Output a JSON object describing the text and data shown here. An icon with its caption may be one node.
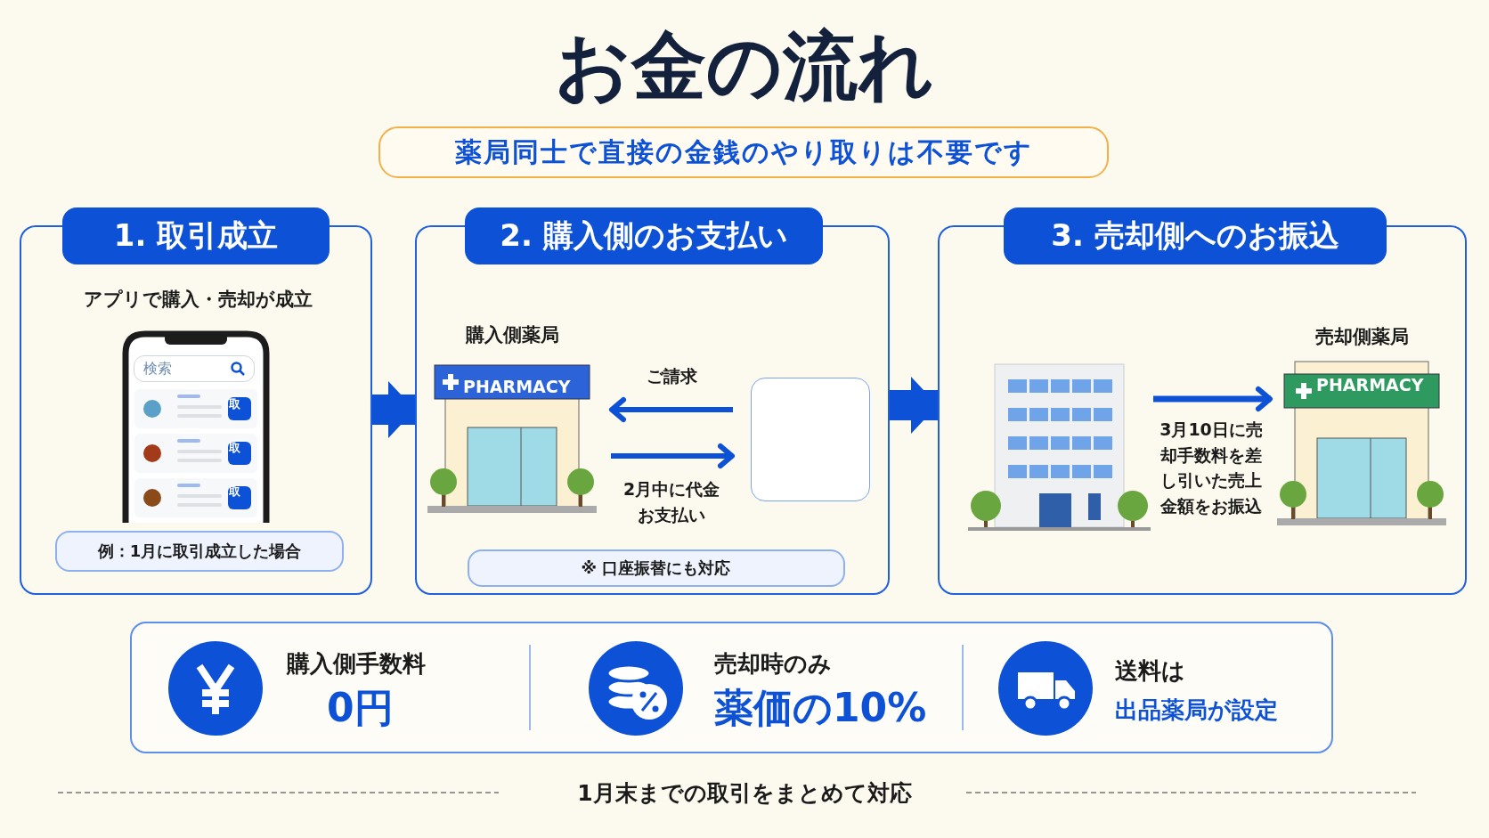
{
  "diagram": {
    "title": "お金の流れ",
    "caption": "1月末までの取引をまとめて対応",
    "nodes": [
      {
        "text": [
          "1. 取引成立",
          "アプリで購入・売却が成立",
          "例：1月に取引成立した場合"
        ]
      },
      {
        "text": [
          "2. 購入側のお支払い",
          "※ 口座振替にも対応"
        ]
      },
      {
        "text": [
          "購入側薬局",
          "PHARMACY"
        ],
        "in": 1
      },
      {
        "text": [],
        "shape": "box",
        "in": 1
      },
      {
        "text": [
          "3. 売却側へのお振込"
        ]
      },
      {
        "text": [],
        "shape": "picture",
        "in": 4
      },
      {
        "text": [
          "売却側薬局",
          "PHARMACY"
        ],
        "in": 4
      },
      {
        "text": [
          "薬局同士で直接の金銭のやり取りは不要です"
        ]
      },
      {
        "text": [
          "購入側手数料",
          "0円",
          "売却時のみ",
          "薬価の10%",
          "送料は",
          "出品薬局が設定"
        ]
      }
    ],
    "edges": [
      {
        "from": 0,
        "to": 1,
        "arrow": "to",
        "style": "thick"
      },
      {
        "from": 1,
        "to": 4,
        "arrow": "to",
        "style": "thick"
      },
      {
        "from": 3,
        "to": 2,
        "arrow": "to",
        "label": "ご請求"
      },
      {
        "from": 2,
        "to": 3,
        "arrow": "to",
        "label": "2月中に代金お支払い"
      },
      {
        "from": 5,
        "to": 6,
        "arrow": "to",
        "label": "3月10日に売却手数料を差し引いた売上金額をお振込"
      }
    ],
    "labels": [
      "検索",
      "取",
      "取",
      "取"
    ]
  }
}
